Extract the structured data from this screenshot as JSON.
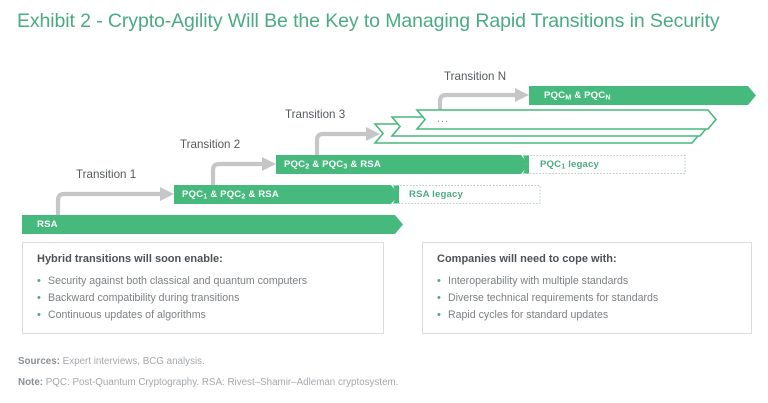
{
  "title": "Exhibit 2 - Crypto-Agility Will Be the Key to Managing Rapid Transitions in Security",
  "colors": {
    "accent_green": "#4aab83",
    "bar_green": "#46b97c",
    "arrow_gray": "#c4c6c8",
    "text_gray": "#7b8084",
    "heading_gray": "#4d5256",
    "box_border": "#d7dcdd"
  },
  "diagram": {
    "bars": [
      {
        "id": "rsa",
        "label": "RSA",
        "label_sub": "",
        "label_tail": ""
      },
      {
        "id": "pqc1",
        "label": "PQC",
        "label_sub": "1",
        "label_tail": " & PQC",
        "label_sub2": "2",
        "label_tail2": " & RSA"
      },
      {
        "id": "pqc2",
        "label": "PQC",
        "label_sub": "2",
        "label_tail": " & PQC",
        "label_sub2": "3",
        "label_tail2": " & RSA"
      },
      {
        "id": "pqcmn",
        "label": "PQC",
        "label_sub": "M",
        "label_tail": " & PQC",
        "label_sub2": "N",
        "label_tail2": ""
      }
    ],
    "bar_texts": {
      "rsa": "RSA",
      "pqc1_a": "PQC",
      "pqc1_a_sub": "1",
      "pqc1_b": " & PQC",
      "pqc1_b_sub": "2",
      "pqc1_c": " & RSA",
      "pqc2_a": "PQC",
      "pqc2_a_sub": "2",
      "pqc2_b": " & PQC",
      "pqc2_b_sub": "3",
      "pqc2_c": " & RSA",
      "pqcmn_a": "PQC",
      "pqcmn_a_sub": "M",
      "pqcmn_b": " & PQC",
      "pqcmn_b_sub": "N"
    },
    "legacy": {
      "rsa_legacy": "RSA legacy",
      "pqc_legacy_a": "PQC",
      "pqc_legacy_sub": "1",
      "pqc_legacy_b": " legacy"
    },
    "transitions": [
      {
        "id": "t1",
        "label": "Transition 1"
      },
      {
        "id": "t2",
        "label": "Transition 2"
      },
      {
        "id": "t3",
        "label": "Transition 3"
      },
      {
        "id": "tn",
        "label": "Transition N"
      }
    ],
    "ellipsis": "..."
  },
  "callouts": {
    "left": {
      "heading": "Hybrid transitions will soon enable:",
      "items": [
        "Security against both classical and quantum computers",
        "Backward compatibility during transitions",
        "Continuous updates of algorithms"
      ]
    },
    "right": {
      "heading": "Companies will need to cope with:",
      "items": [
        "Interoperability with multiple standards",
        "Diverse technical requirements for standards",
        "Rapid cycles for standard updates"
      ]
    }
  },
  "footnotes": {
    "sources_label": "Sources:",
    "sources_text": " Expert interviews, BCG analysis.",
    "note_label": "Note:",
    "note_text": " PQC: Post-Quantum Cryptography. RSA: Rivest–Shamir–Adleman cryptosystem."
  }
}
